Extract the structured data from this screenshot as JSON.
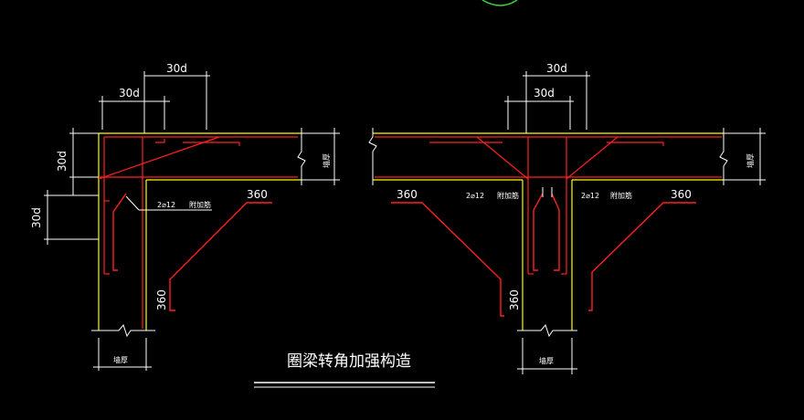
{
  "drawing": {
    "title": "圈梁转角加强构造",
    "left": {
      "dim_top_outer": "30d",
      "dim_top_inner": "30d",
      "dim_side_upper": "30d",
      "dim_side_lower": "30d",
      "wall_thickness_bottom": "墙厚",
      "wall_thickness_right": "墙厚",
      "bar_callout": "2⌀12",
      "bar_callout_note": "附加筋",
      "len_horizontal": "360",
      "len_vertical": "360"
    },
    "right": {
      "dim_top_outer": "30d",
      "dim_top_inner": "30d",
      "wall_thickness_bottom": "墙厚",
      "wall_thickness_right": "墙厚",
      "bar_callout_left": "2⌀12",
      "bar_callout_left_note": "附加筋",
      "bar_callout_right": "2⌀12",
      "bar_callout_right_note": "附加筋",
      "len_left": "360",
      "len_right": "360",
      "len_vertical": "360"
    }
  },
  "colors": {
    "background": "#000000",
    "concrete_outline": "#ffff00",
    "rebar": "#ff2020",
    "dimension": "#ffffff",
    "marker": "#3ad43a"
  }
}
